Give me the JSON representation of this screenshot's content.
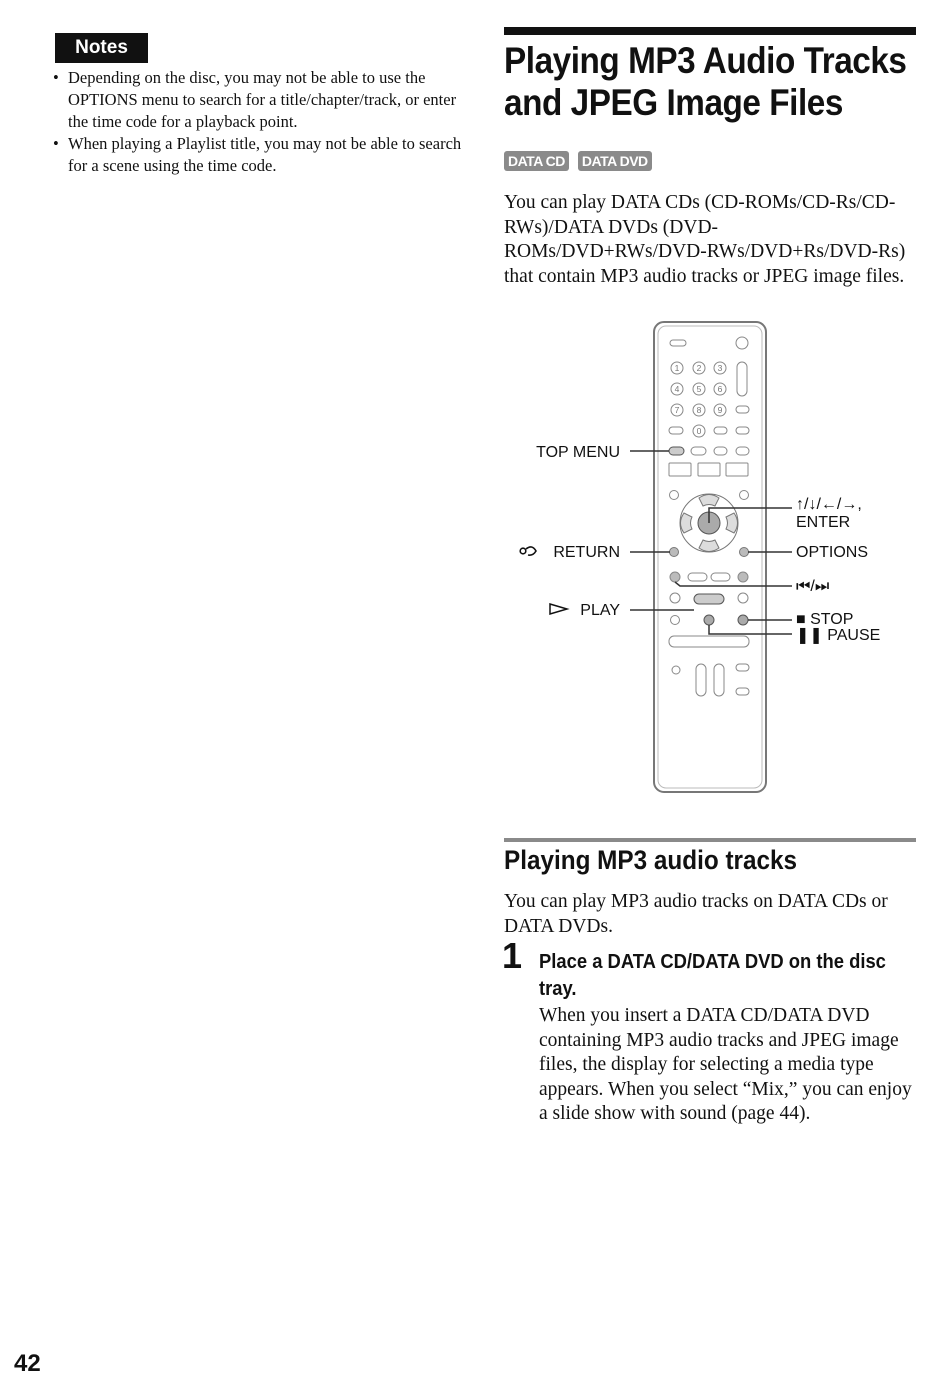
{
  "notes": {
    "heading": "Notes",
    "items": [
      "Depending on the disc, you may not be able to use the OPTIONS menu to search for a title/chapter/track, or enter the time code for a playback point.",
      "When playing a Playlist title, you may not be able to search for a scene using the time code."
    ]
  },
  "section": {
    "title_line1": "Playing MP3 Audio Tracks",
    "title_line2": "and JPEG Image Files",
    "badges": [
      "DATA CD",
      "DATA DVD"
    ],
    "intro": "You can play DATA CDs (CD-ROMs/CD-Rs/CD-RWs)/DATA DVDs (DVD-ROMs/DVD+RWs/DVD-RWs/DVD+Rs/DVD-Rs) that contain MP3 audio tracks or JPEG image files."
  },
  "remote": {
    "labels": {
      "top_menu": "TOP MENU",
      "return": "RETURN",
      "play": "PLAY",
      "arrows": "↑/↓/←/→,",
      "enter": "ENTER",
      "options": "OPTIONS",
      "skip": "⏮/⏭",
      "stop": "■ STOP",
      "pause": "❚❚ PAUSE"
    },
    "digits": [
      "1",
      "2",
      "3",
      "4",
      "5",
      "6",
      "7",
      "8",
      "9",
      "0"
    ]
  },
  "subsection": {
    "title": "Playing MP3 audio tracks",
    "intro": "You can play MP3 audio tracks on DATA CDs or DATA DVDs.",
    "steps": [
      {
        "number": "1",
        "title": "Place a DATA CD/DATA DVD on the disc tray.",
        "body": "When you insert a DATA CD/DATA DVD containing MP3 audio tracks and JPEG image files, the display for selecting a media type appears. When you select “Mix,” you can enjoy a slide show with sound (page 44)."
      }
    ]
  },
  "page_number": "42"
}
